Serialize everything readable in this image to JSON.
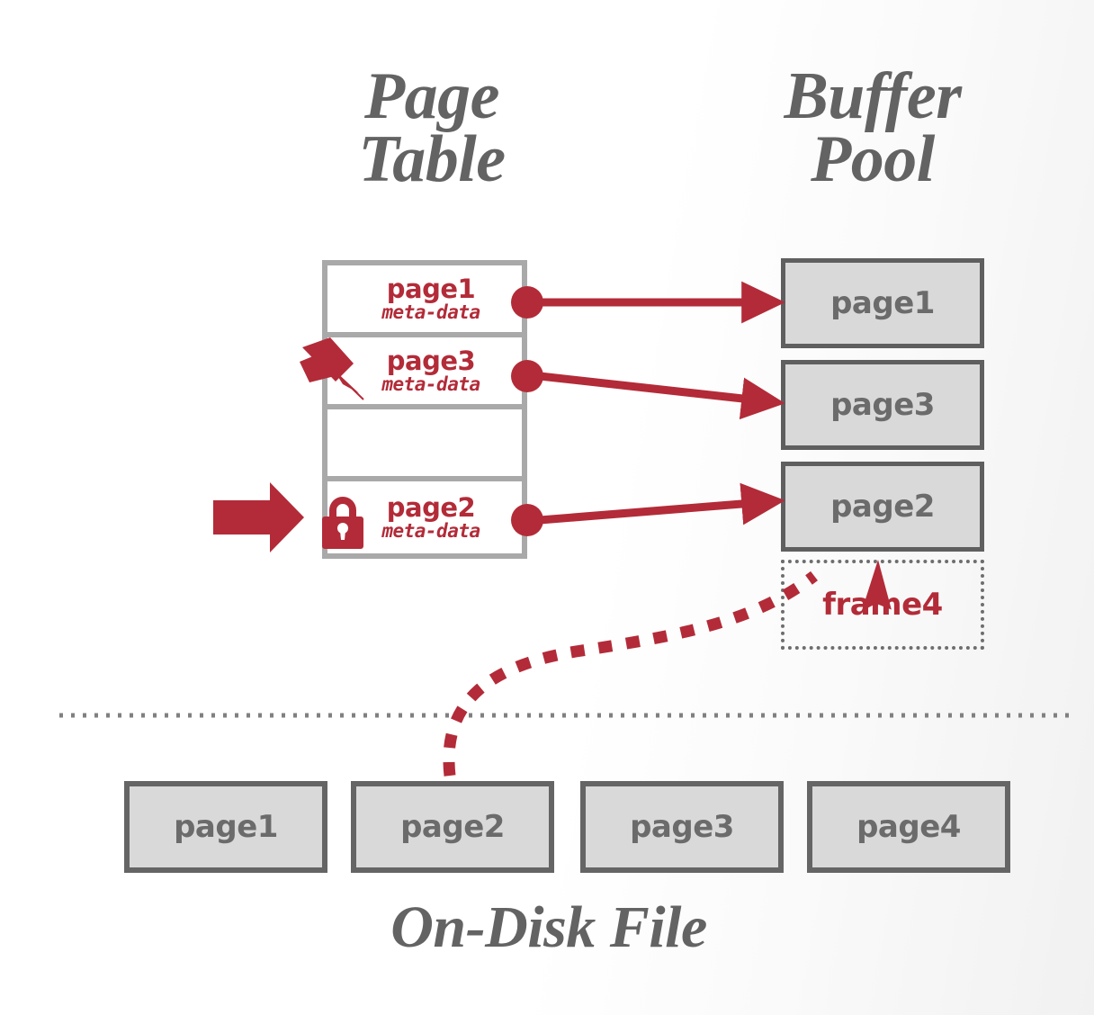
{
  "headings": {
    "page_table": "Page\nTable",
    "buffer_pool": "Buffer\nPool",
    "on_disk_file": "On-Disk File"
  },
  "colors": {
    "accent_red": "#b32b38",
    "box_fill": "#d9d9d9",
    "box_border": "#5f5f5f",
    "table_border": "#a9a9a9",
    "heading_gray": "#636363",
    "divider_gray": "#808080"
  },
  "page_table": {
    "rows": [
      {
        "title": "page1",
        "meta": "meta-data",
        "pinned": false,
        "locked": false,
        "has_pointer": true
      },
      {
        "title": "page3",
        "meta": "meta-data",
        "pinned": true,
        "locked": false,
        "has_pointer": true
      },
      {
        "title": "",
        "meta": "",
        "pinned": false,
        "locked": false,
        "has_pointer": false
      },
      {
        "title": "page2",
        "meta": "meta-data",
        "pinned": false,
        "locked": true,
        "has_pointer": true
      }
    ]
  },
  "buffer_pool": {
    "frames": [
      {
        "label": "page1",
        "occupied": true
      },
      {
        "label": "page3",
        "occupied": true
      },
      {
        "label": "page2",
        "occupied": true
      }
    ],
    "empty_frame": {
      "label": "frame4",
      "occupied": false
    }
  },
  "disk": {
    "pages": [
      {
        "label": "page1"
      },
      {
        "label": "page2"
      },
      {
        "label": "page3"
      },
      {
        "label": "page4"
      }
    ]
  },
  "icons": {
    "pushpin": "pushpin-icon",
    "padlock": "padlock-icon",
    "request_arrow": "request-arrow-icon"
  }
}
